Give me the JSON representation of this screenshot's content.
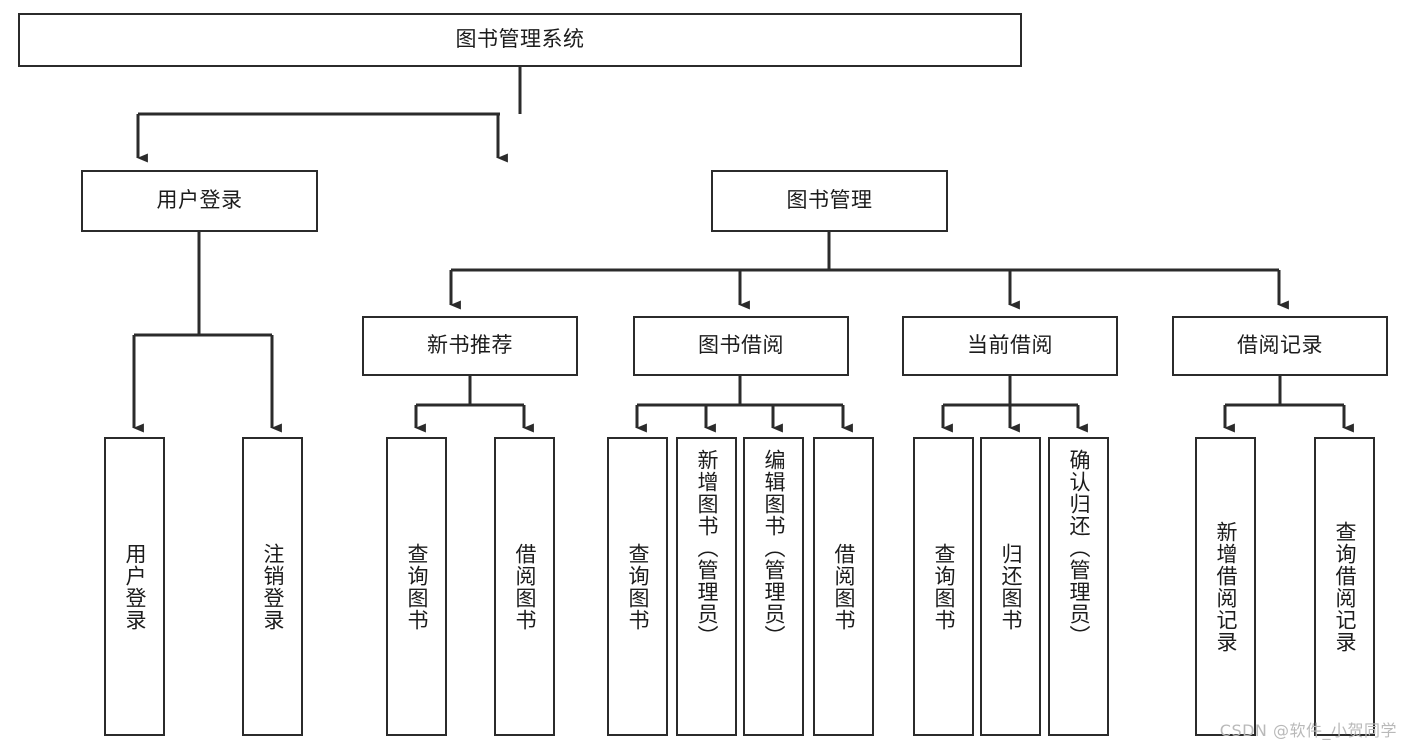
{
  "diagram": {
    "title": "图书管理系统",
    "type": "tree",
    "root": {
      "label": "图书管理系统"
    },
    "level1": [
      {
        "label": "用户登录"
      },
      {
        "label": "图书管理"
      }
    ],
    "level2": [
      {
        "label": "新书推荐"
      },
      {
        "label": "图书借阅"
      },
      {
        "label": "当前借阅"
      },
      {
        "label": "借阅记录"
      }
    ],
    "leaves": {
      "user_login": [
        {
          "label": "用户登录"
        },
        {
          "label": "注销登录"
        }
      ],
      "new_book_recommend": [
        {
          "label": "查询图书"
        },
        {
          "label": "借阅图书"
        }
      ],
      "book_borrow": [
        {
          "label": "查询图书"
        },
        {
          "label": "新增图书（管理员）"
        },
        {
          "label": "编辑图书（管理员）"
        },
        {
          "label": "借阅图书"
        }
      ],
      "current_borrow": [
        {
          "label": "查询图书"
        },
        {
          "label": "归还图书"
        },
        {
          "label": "确认归还（管理员）"
        }
      ],
      "borrow_record": [
        {
          "label": "新增借阅记录"
        },
        {
          "label": "查询借阅记录"
        }
      ]
    },
    "colors": {
      "stroke": "#2b2b2b",
      "fill": "#ffffff",
      "text": "#1c1c1c",
      "watermark": "#b9b9b9"
    }
  },
  "watermark": {
    "text": "CSDN @软件_小贺同学"
  }
}
